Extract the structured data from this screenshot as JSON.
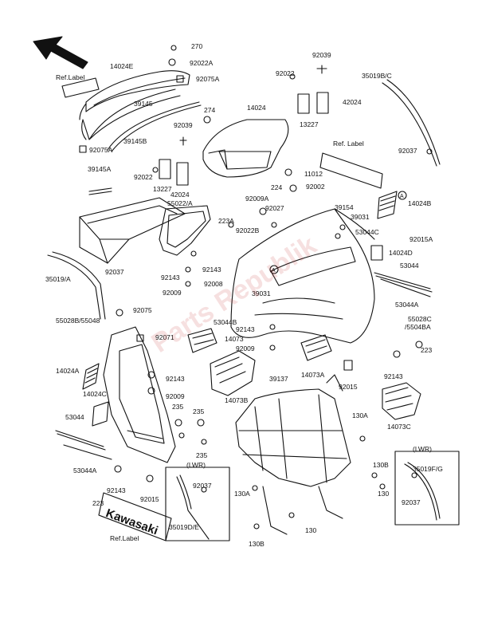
{
  "labels": {
    "l270": "270",
    "l92022A": "92022A",
    "l14024E": "14024E",
    "lRefLabel1": "Ref.Label",
    "l92075A_top": "92075A",
    "l39145": "39145",
    "l274": "274",
    "l39145B": "39145B",
    "l92039_a": "92039",
    "l92075A_left": "92075A",
    "l14024": "14024",
    "l92022_a": "92022",
    "l13227_a": "13227",
    "l42024_a": "42024",
    "l39145A": "39145A",
    "l55022A": "55022/A",
    "l92039_b": "92039",
    "l92022_b": "92022",
    "l42024_b": "42024",
    "l13227_b": "13227",
    "l35019BC": "35019B/C",
    "lRefLabel2": "Ref. Label",
    "l92037_top": "92037",
    "l11012": "11012",
    "l224": "224",
    "l92002": "92002",
    "l92009A": "92009A",
    "l92027": "92027",
    "l39154": "39154",
    "l14024B": "14024B",
    "l39031_a": "39031",
    "l223A": "223A",
    "l92022B": "92022B",
    "l53044C": "53044C",
    "l92015A": "92015A",
    "l14024D": "14024D",
    "l53044": "53044",
    "l53044A_r": "53044A",
    "l35019A": "35019/A",
    "l92037_mid": "92037",
    "l92143_a": "92143",
    "l92143_b": "92143",
    "l92008": "92008",
    "l92009_a": "92009",
    "l39031_b": "39031",
    "l92075": "92075",
    "l53044B": "53044B",
    "l55028B": "55028B/55048",
    "l55028C": "55028C",
    "l5504BA": "/5504BA",
    "l92071": "92071",
    "l14073": "14073",
    "l92143_c": "92143",
    "l92009_b": "92009",
    "l14073A": "14073A",
    "l223_r": "223",
    "l14024A": "14024A",
    "l92143_d": "92143",
    "l39137": "39137",
    "l92143_e": "92143",
    "l92015_mid": "92015",
    "l14024C": "14024C",
    "l92009_c": "92009",
    "l14073B": "14073B",
    "l14073C": "14073C",
    "l130A_a": "130A",
    "l235_a": "235",
    "l235_b": "235",
    "l53044_l": "53044",
    "lLWR1": "(LWR)",
    "l130B_a": "130B",
    "l53044A_l": "53044A",
    "lLWR2": "(LWR)",
    "l35019FG": "35019F/G",
    "l92037_lwr1": "92037",
    "l235_c": "235",
    "l92143_f": "92143",
    "l130": "130",
    "l130A_b": "130A",
    "l92037_lwr2": "92037",
    "l223_l": "223",
    "l92015_low": "92015",
    "l35019DE": "35019D/E",
    "l130_low": "130",
    "l130B_b": "130B",
    "lRefLabel3": "Ref.Label",
    "markerA": "A",
    "brand": "Kawasaki",
    "watermark": "Parts Republik"
  },
  "colors": {
    "line": "#111111",
    "background": "#ffffff",
    "watermark": "#c83c3c"
  }
}
